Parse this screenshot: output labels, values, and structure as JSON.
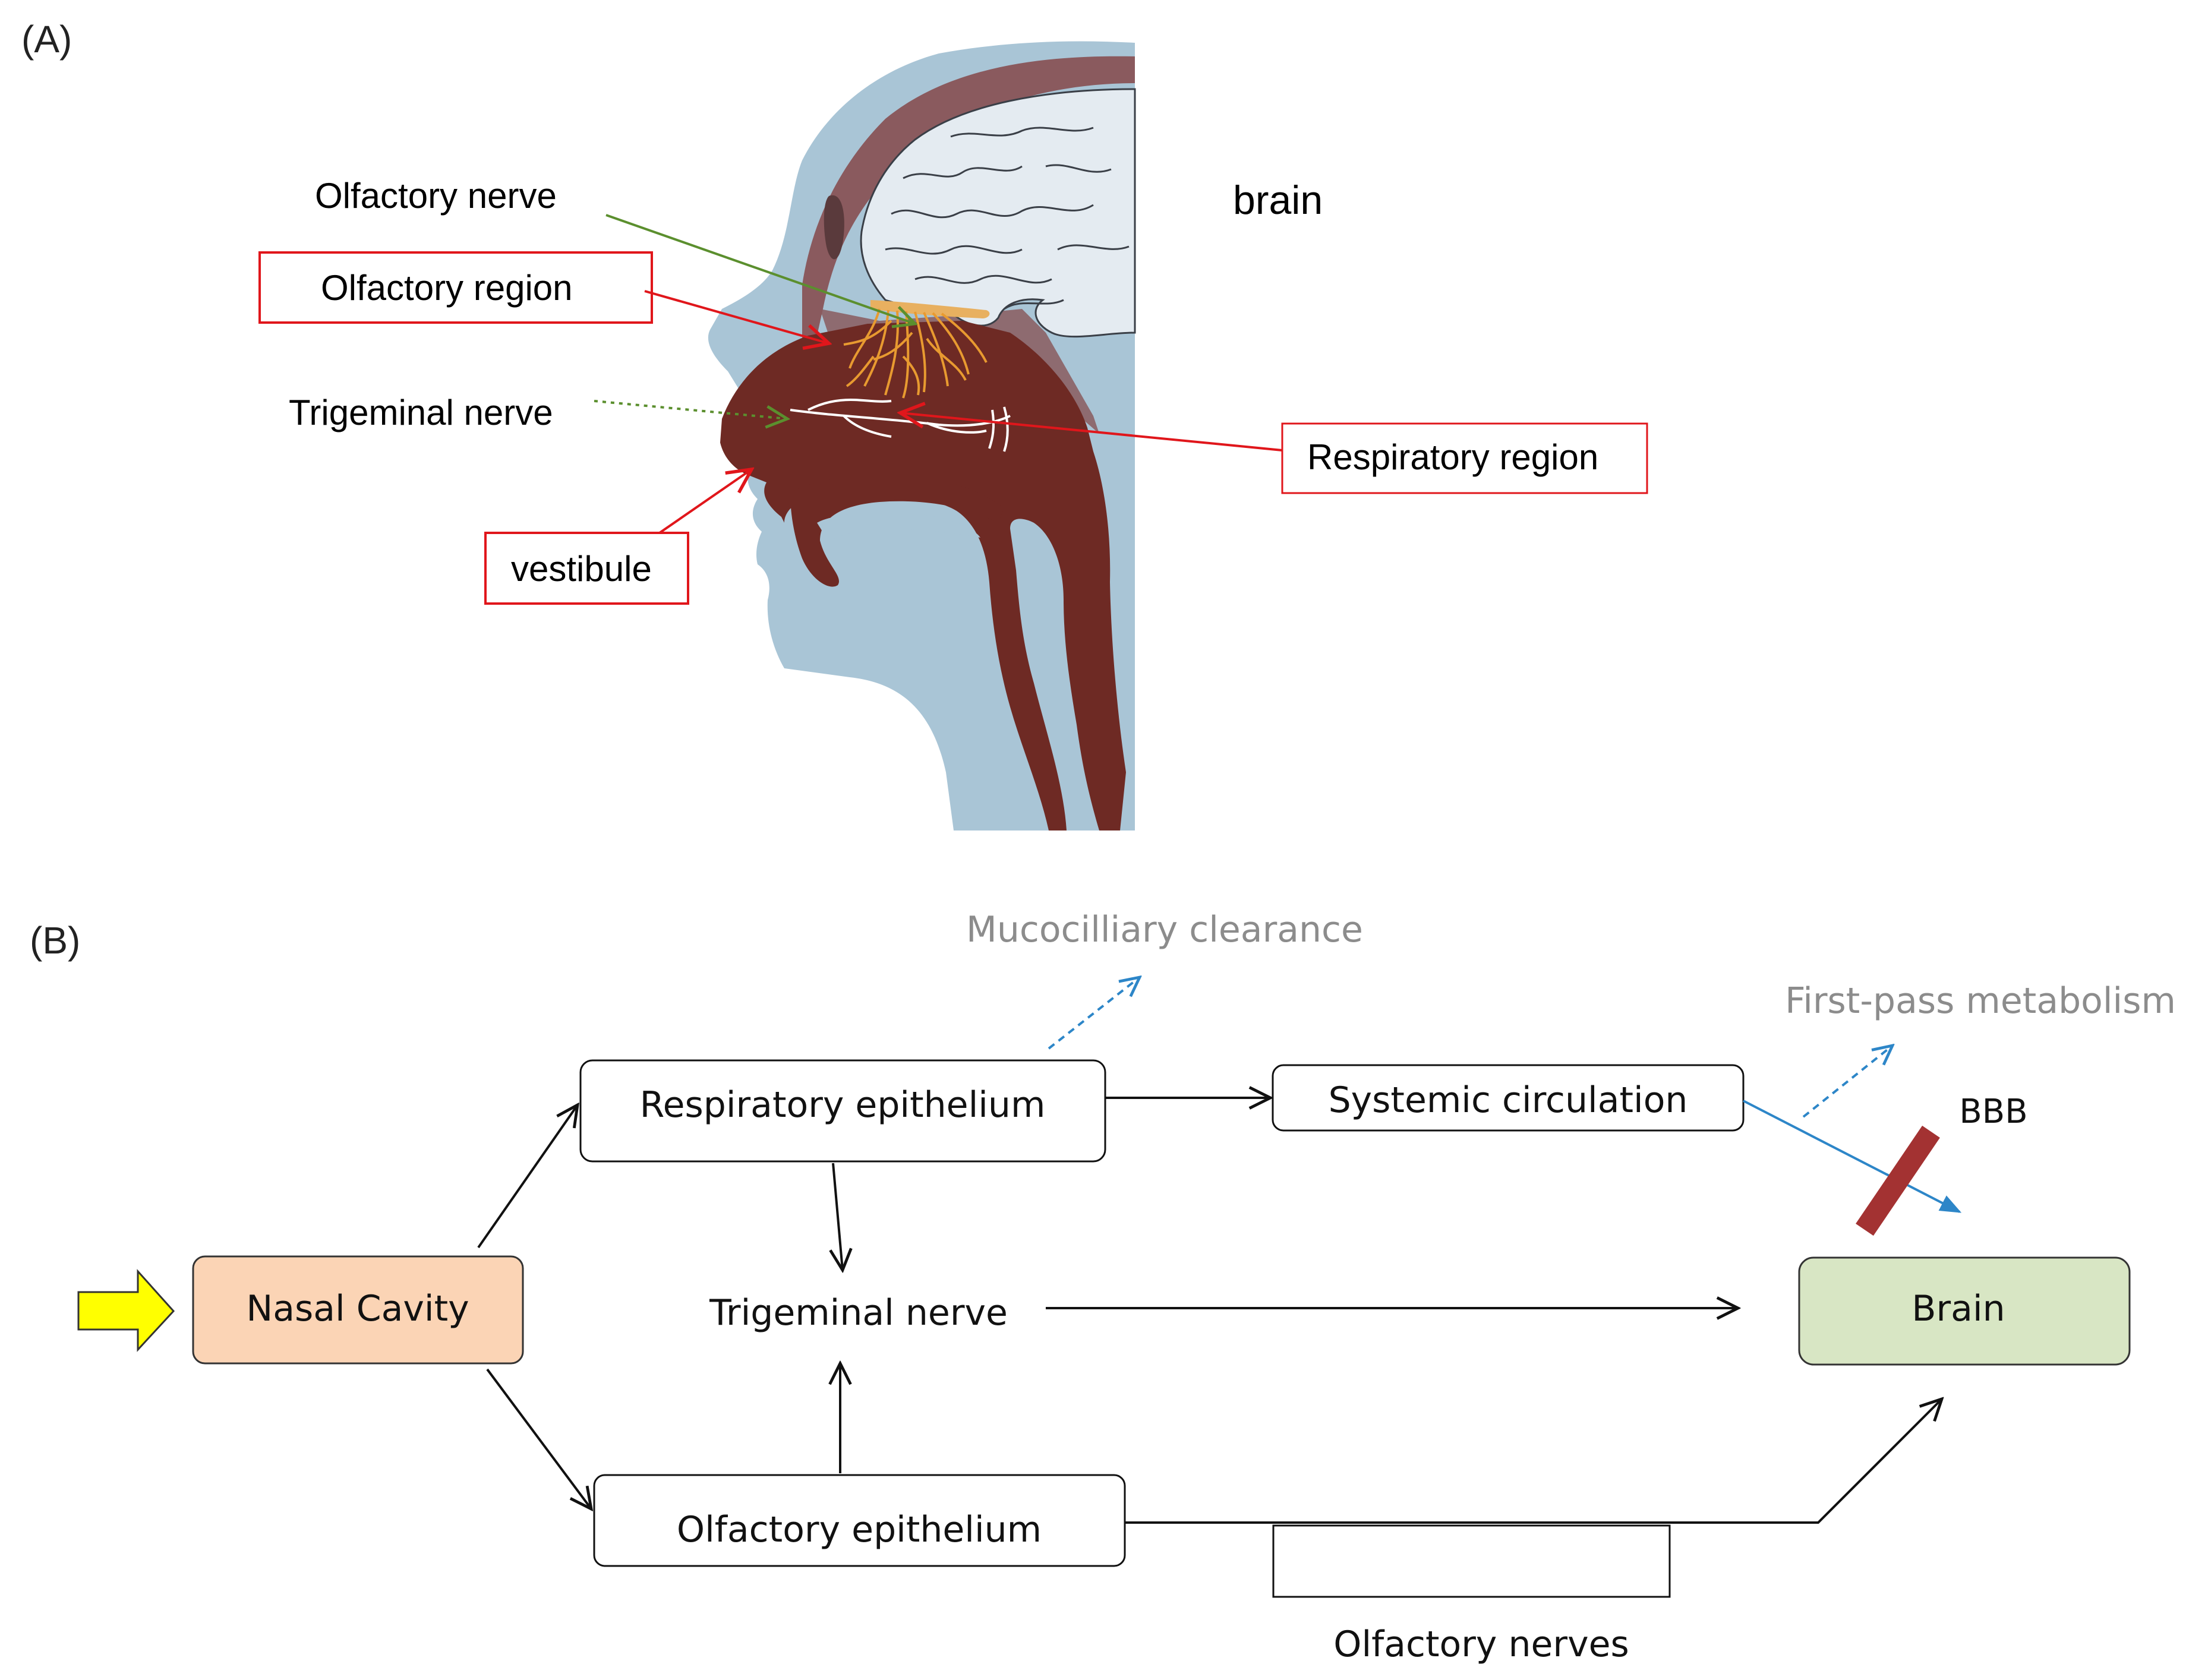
{
  "panel_a": {
    "tag": "(A)",
    "labels": {
      "brain": "brain",
      "olfactory_nerve": "Olfactory nerve",
      "olfactory_region": "Olfactory region",
      "trigeminal_nerve": "Trigeminal nerve",
      "respiratory_region": "Respiratory region",
      "vestibule": "vestibule"
    }
  },
  "panel_b": {
    "tag": "(B)",
    "nodes": {
      "nasal_cavity": "Nasal Cavity",
      "respiratory_epithelium": "Respiratory epithelium",
      "systemic_circulation": "Systemic circulation",
      "trigeminal_nerve": "Trigeminal nerve",
      "olfactory_epithelium": "Olfactory epithelium",
      "brain": "Brain"
    },
    "annotations": {
      "mucocilliary_clearance": "Mucocilliary clearance",
      "first_pass_metabolism": "First-pass metabolism",
      "bbb": "BBB",
      "olfactory_nerves": "Olfactory nerves"
    }
  },
  "colors": {
    "skin": "#a9c5d6",
    "tissue_dark": "#6e2a24",
    "skull_band": "#8a5a5e",
    "brain_fill": "#dfe7ee",
    "olfactory_bulb": "#e8b060",
    "nerve_fibers": "#e89a30",
    "red_arrow": "#e0161b",
    "green_arrow": "#5b8f2e",
    "nasal_cavity_fill": "#fbd4b5",
    "brain_box_fill": "#d8e6c4",
    "blue_arrow": "#2d86c8",
    "bbb_bar": "#a33232",
    "yellow_arrow": "#ffff00"
  }
}
